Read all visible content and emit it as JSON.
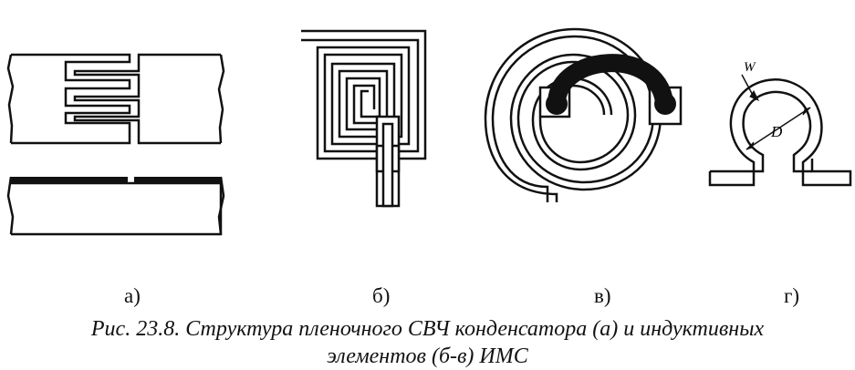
{
  "labels": {
    "a": "а)",
    "b": "б)",
    "v": "в)",
    "g": "г)"
  },
  "dimensions": {
    "width": "W",
    "diameter": "D"
  },
  "caption": {
    "line1": "Рис. 23.8. Структура пленочного СВЧ конденсатора (а) и индуктивных",
    "line2": "элементов (б-в) ИМС"
  }
}
